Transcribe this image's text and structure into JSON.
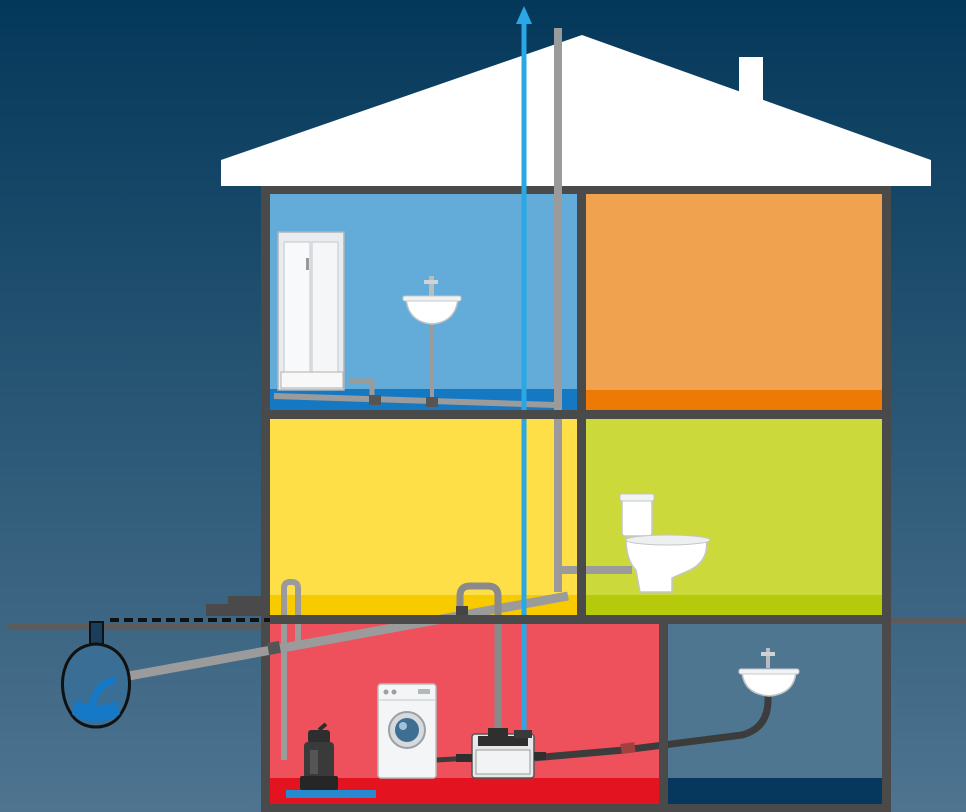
{
  "scene": "house-plumbing-cross-section",
  "colors": {
    "sky_top": "#04385A",
    "sky_bottom": "#4E7490",
    "roof": "#FFFFFF",
    "wall": "#4A4A4A",
    "bathroom": "#63ACDA",
    "bathroom_floor": "#1478C3",
    "orange_room": "#F0A24E",
    "orange_floor": "#EE7A06",
    "yellow_room": "#FFDF47",
    "yellow_floor": "#F8CB00",
    "lime_room": "#CBDA3A",
    "lime_floor": "#B5CA0A",
    "basement_red": "#EE505C",
    "basement_red_floor": "#E3131F",
    "basement_right": "#4F7690",
    "basement_right_floor": "#05385C",
    "pipe_grey": "#9B9B9B",
    "pipe_dark": "#404040",
    "vent_blue": "#2AA7E4",
    "water_blue": "#1679C8"
  },
  "fixtures": [
    {
      "name": "shower-cabin",
      "room": "bathroom"
    },
    {
      "name": "washbasin",
      "room": "bathroom"
    },
    {
      "name": "toilet",
      "room": "lime-room"
    },
    {
      "name": "washing-machine",
      "room": "basement"
    },
    {
      "name": "lifting-station",
      "room": "basement"
    },
    {
      "name": "drainage-pump",
      "room": "basement"
    },
    {
      "name": "basement-washbasin",
      "room": "basement-right"
    },
    {
      "name": "sewer-inspection-chamber",
      "room": "outside"
    }
  ]
}
